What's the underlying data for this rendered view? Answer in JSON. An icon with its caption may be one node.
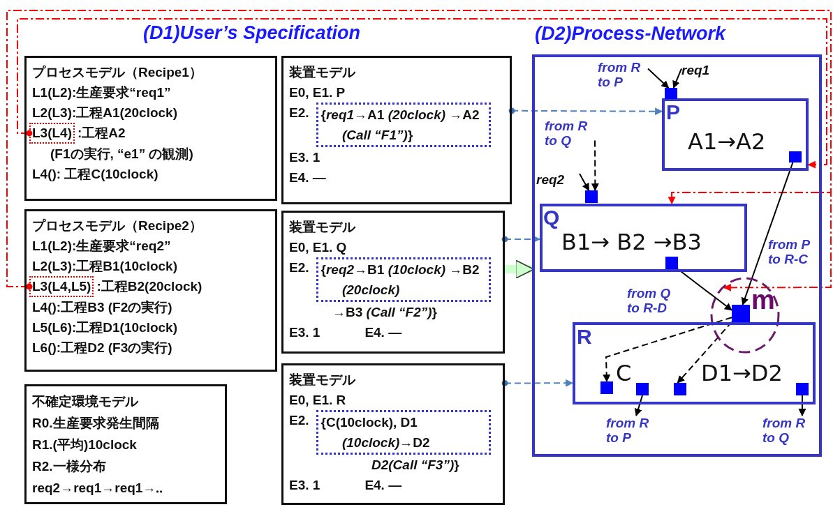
{
  "diagram": {
    "nodes": [
      {
        "text": [
          "プロセスモデル（Recipe1）",
          "L1(L2):生産要求“req1”",
          "L2(L3):工程A1(20clock)",
          ":工程A2",
          "(F1の実行, “e1” の観測)",
          "L4(): 工程C(10clock)"
        ]
      },
      {
        "text": [
          "L3(L4)"
        ],
        "in": 0
      },
      {
        "text": [
          "プロセスモデル（Recipe2）",
          "L1(L2):生産要求“req2”",
          "L2(L3):工程B1(10clock)",
          ":工程B2(20clock)",
          "L4():工程B3 (F2の実行)",
          "L5(L6):工程D1(10clock)",
          "L6():工程D2 (F3の実行)"
        ]
      },
      {
        "text": [
          "L3(L4,L5)"
        ],
        "in": 2
      },
      {
        "text": [
          "不確定環境モデル",
          "R0.生産要求発生間隔",
          "R1.(平均)10clock",
          "R2.一様分布",
          "req2→req1→req1→‥"
        ]
      },
      {
        "text": [
          "装置モデル",
          "E0, E1. P",
          "E2.",
          "E3. 1",
          "E4. —"
        ]
      },
      {
        "text": [
          "{*req1*→A1 *(20clock)* →A2 *(Call “F1”)*}"
        ],
        "in": 5
      },
      {
        "text": [
          "装置モデル",
          "E0, E1. Q",
          "E2.",
          "→B3 *(Call “F2”)*}",
          "E3. 1",
          "E4. —"
        ]
      },
      {
        "text": [
          "{*req2*→B1 *(10clock)* →B2 *(20clock)*"
        ],
        "in": 7
      },
      {
        "text": [
          "装置モデル",
          "E0, E1. R",
          "E2.",
          "*D2(Call “F3”)*}",
          "E3. 1",
          "E4. —"
        ]
      },
      {
        "text": [
          "{C(10clock), D1 *(10clock)*→D2"
        ],
        "in": 9
      },
      {
        "text": [
          "(D2)Process-Network"
        ]
      },
      {
        "text": [
          "P",
          "A1→A2"
        ],
        "in": 11
      },
      {
        "text": [],
        "shape": "box",
        "in": 11
      },
      {
        "text": [],
        "shape": "box",
        "in": 12
      },
      {
        "text": [
          "Q",
          "B1→ B2 →B3"
        ],
        "in": 11
      },
      {
        "text": [],
        "shape": "box",
        "in": 11
      },
      {
        "text": [],
        "shape": "box",
        "in": 15
      },
      {
        "text": [
          "m"
        ],
        "in": 11
      },
      {
        "text": [],
        "shape": "box",
        "in": 18
      },
      {
        "text": [
          "R",
          "C",
          "D1→D2"
        ],
        "in": 11
      },
      {
        "text": [],
        "shape": "box",
        "in": 20
      },
      {
        "text": [],
        "shape": "box",
        "in": 20
      },
      {
        "text": [],
        "shape": "box",
        "in": 20
      },
      {
        "text": [],
        "shape": "box",
        "in": 20
      },
      {
        "text": [
          "from R to P"
        ],
        "in": 11
      },
      {
        "text": [
          "req1"
        ],
        "in": 11
      },
      {
        "text": [
          "from R to Q"
        ],
        "in": 11
      },
      {
        "text": [
          "req2"
        ],
        "in": 11
      },
      {
        "text": [
          "from R to P"
        ],
        "in": 11
      },
      {
        "text": [
          "from R to Q"
        ],
        "in": 11
      }
    ],
    "edges": [
      {
        "from": 5,
        "to": 12,
        "arrow": "to",
        "style": "dashed",
        "color": "#4f81bd"
      },
      {
        "from": 7,
        "to": 15,
        "arrow": "to",
        "style": "dashed",
        "color": "#4f81bd"
      },
      {
        "from": 9,
        "to": 20,
        "arrow": "to",
        "style": "dashed",
        "color": "#4f81bd"
      },
      {
        "from": 7,
        "to": 11,
        "arrow": "to",
        "style": "thick",
        "color": "#ccffcc"
      },
      {
        "from": 1,
        "to": 12,
        "arrow": "to",
        "style": "dashed",
        "color": "#ff0000"
      },
      {
        "from": 3,
        "to": 15,
        "arrow": "to",
        "style": "dashed",
        "color": "#ff0000"
      },
      {
        "from": 3,
        "to": 18,
        "arrow": "to",
        "style": "dashed",
        "color": "#ff0000"
      },
      {
        "from": 25,
        "to": 13,
        "arrow": "to"
      },
      {
        "from": 26,
        "to": 13,
        "arrow": "to"
      },
      {
        "from": 27,
        "to": 16,
        "arrow": "to",
        "style": "dashed"
      },
      {
        "from": 28,
        "to": 16,
        "arrow": "to"
      },
      {
        "from": 14,
        "to": 19,
        "arrow": "to",
        "label": "from P to R-C"
      },
      {
        "from": 17,
        "to": 19,
        "arrow": "to",
        "label": "from Q to R-D"
      },
      {
        "from": 19,
        "to": 21,
        "arrow": "to",
        "style": "dashed"
      },
      {
        "from": 19,
        "to": 23,
        "arrow": "to",
        "style": "dashed"
      },
      {
        "from": 22,
        "to": 29,
        "arrow": "to"
      },
      {
        "from": 24,
        "to": 30,
        "arrow": "to"
      }
    ],
    "labels": [
      "(D1)User’s Specification"
    ]
  }
}
